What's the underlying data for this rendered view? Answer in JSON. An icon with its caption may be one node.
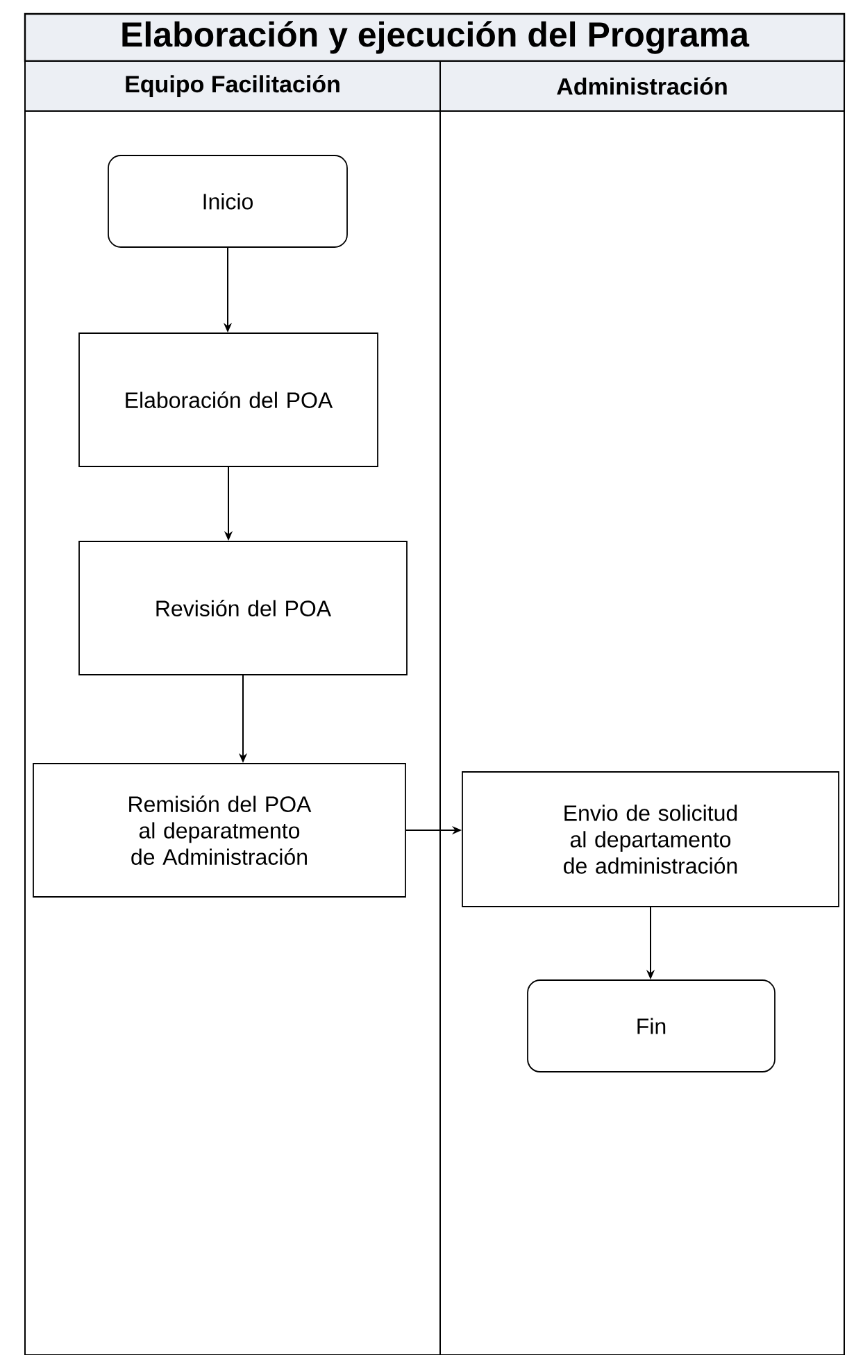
{
  "diagram": {
    "title": "Elaboración y ejecución del Programa",
    "nodes": [
      {
        "text": [
          "Equipo Facilitación"
        ]
      },
      {
        "text": [
          "Administración"
        ]
      },
      {
        "text": [
          "Inicio"
        ],
        "in": 0
      },
      {
        "text": [
          "Elaboración del POA"
        ],
        "in": 0
      },
      {
        "text": [
          "Revisión del POA"
        ],
        "in": 0
      },
      {
        "text": [
          "Remisión del POA al deparatmento de Administración"
        ],
        "in": 0
      },
      {
        "text": [
          "Envio de solicitud al departamento de administración"
        ],
        "in": 1
      },
      {
        "text": [
          "Fin"
        ],
        "in": 1
      }
    ],
    "edges": [
      {
        "from": 2,
        "to": 3,
        "arrow": "to"
      },
      {
        "from": 3,
        "to": 4,
        "arrow": "to"
      },
      {
        "from": 4,
        "to": 5,
        "arrow": "to"
      },
      {
        "from": 5,
        "to": 6,
        "arrow": "to"
      },
      {
        "from": 6,
        "to": 7,
        "arrow": "to"
      }
    ]
  }
}
